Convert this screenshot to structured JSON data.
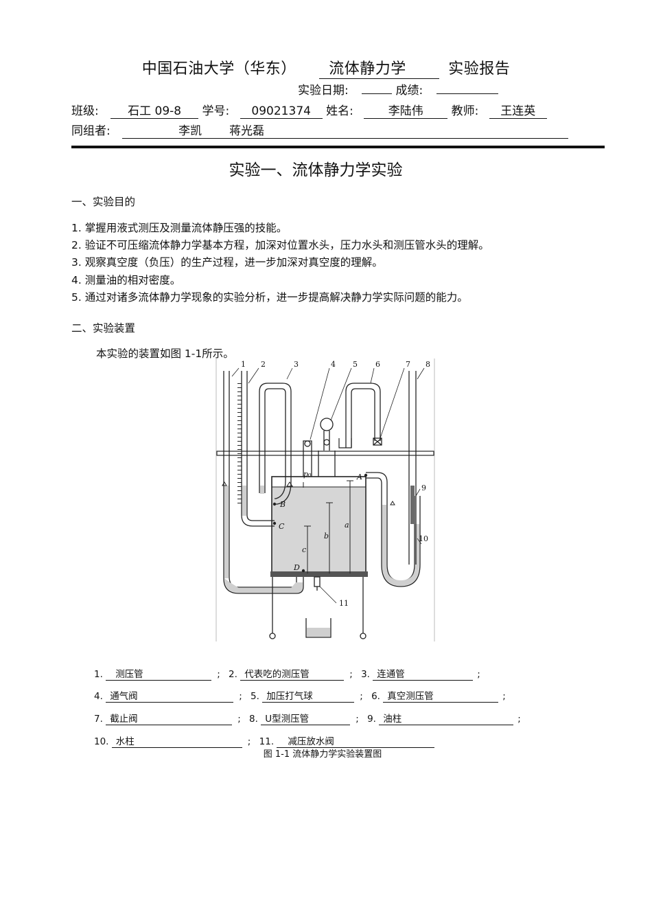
{
  "header": {
    "school": "中国石油大学（华东）",
    "course": "流体静力学",
    "report": "实验报告",
    "date_label": "实验日期:",
    "date_value": "",
    "score_label": "成绩:",
    "score_value": "",
    "class_label": "班级:",
    "class_value": "石工  09-8",
    "id_label": "学号:",
    "id_value": "09021374",
    "name_label": "姓名:",
    "name_value": "李陆伟",
    "teacher_label": "教师:",
    "teacher_value": "王连英",
    "group_label": "同组者:",
    "group_value_1": "李凯",
    "group_value_2": "蒋光磊"
  },
  "main_title": "实验一、流体静力学实验",
  "section1": {
    "heading": "一、实验目的",
    "items": [
      "1. 掌握用液式测压及测量流体静压强的技能。",
      "2. 验证不可压缩流体静力学基本方程，加深对位置水头，压力水头和测压管水头的理解。",
      "3. 观察真空度（负压）的生产过程，进一步加深对真空度的理解。",
      "4. 测量油的相对密度。",
      "5. 通过对诸多流体静力学现象的实验分析，进一步提高解决静力学实际问题的能力。"
    ]
  },
  "section2": {
    "heading": "二、实验装置",
    "intro": "本实验的装置如图    1-1所示。"
  },
  "figure": {
    "numbers": [
      "1",
      "2",
      "3",
      "4",
      "5",
      "6",
      "7",
      "8",
      "9",
      "10",
      "11"
    ],
    "points": [
      "A",
      "B",
      "C",
      "D"
    ],
    "dims": [
      "a",
      "b",
      "c"
    ],
    "p0": "p₀",
    "caption": "图 1-1    流体静力学实验装置图"
  },
  "legend": [
    {
      "num": "1.",
      "text": "测压管"
    },
    {
      "num": "2.",
      "text": "代表吃的测压管"
    },
    {
      "num": "3.",
      "text": "连通管"
    },
    {
      "num": "4.",
      "text": "通气阀"
    },
    {
      "num": "5.",
      "text": "加压打气球"
    },
    {
      "num": "6.",
      "text": "真空测压管"
    },
    {
      "num": "7.",
      "text": "截止阀"
    },
    {
      "num": "8.",
      "text": "U型测压管"
    },
    {
      "num": "9.",
      "text": "油柱"
    },
    {
      "num": "10.",
      "text": "水柱"
    },
    {
      "num": "11.",
      "text": "减压放水阀"
    }
  ],
  "legend_sep": ";"
}
